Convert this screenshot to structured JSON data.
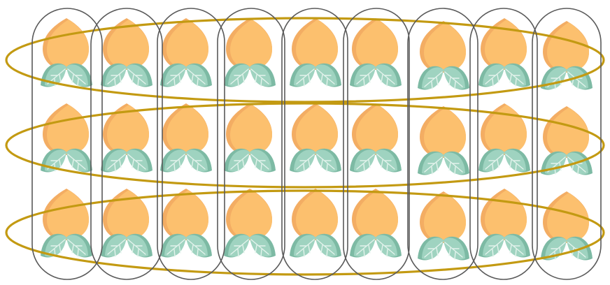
{
  "colors": {
    "background": "#ffffff",
    "peach": "#fcc06e",
    "peach_shade": "#f3ad63",
    "leaf_light": "#9fd3c0",
    "leaf_dark": "#7dbaa4",
    "leaf_vein": "#e3f3ec",
    "row_group_outline": "#c39a12",
    "column_group_outline": "#5a5a5a"
  },
  "icon": "peach-with-leaves-icon",
  "grid": {
    "rows": 3,
    "columns": 9,
    "total_items": 27
  },
  "groupings": [
    {
      "name": "row-groups",
      "orientation": "horizontal",
      "count": 3,
      "items_per_group": 9
    },
    {
      "name": "column-groups",
      "orientation": "vertical",
      "count": 9,
      "items_per_group": 3
    }
  ]
}
